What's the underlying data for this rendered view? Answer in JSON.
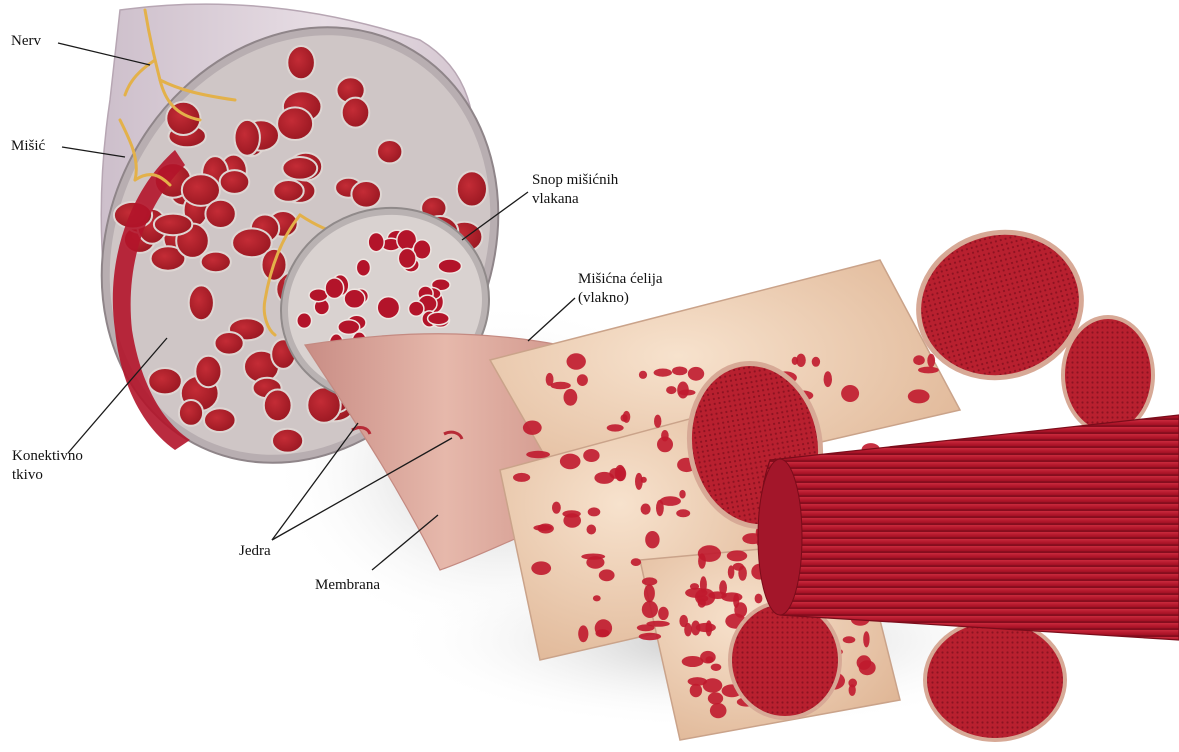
{
  "diagram": {
    "labels": {
      "nerve": "Nerv",
      "muscle": "Mišić",
      "bundle": [
        "Snop mišićnih",
        "vlakana"
      ],
      "cell": [
        "Mišićna ćelija",
        "(vlakno)"
      ],
      "connective": [
        "Konektivno",
        "tkivo"
      ],
      "nuclei": "Jedra",
      "membrane": "Membrana"
    },
    "colors": {
      "muscle_red": "#b3142a",
      "fascicle_red": "#a81b25",
      "sheath_cream": "#efd2b8",
      "sheath_gray": "#c9c0bd",
      "epimysium": "#d9cdd6",
      "nerve_yellow": "#e3b14a",
      "membrane_pink": "#e2b0a4",
      "shadow": "#cfcfcf"
    }
  }
}
